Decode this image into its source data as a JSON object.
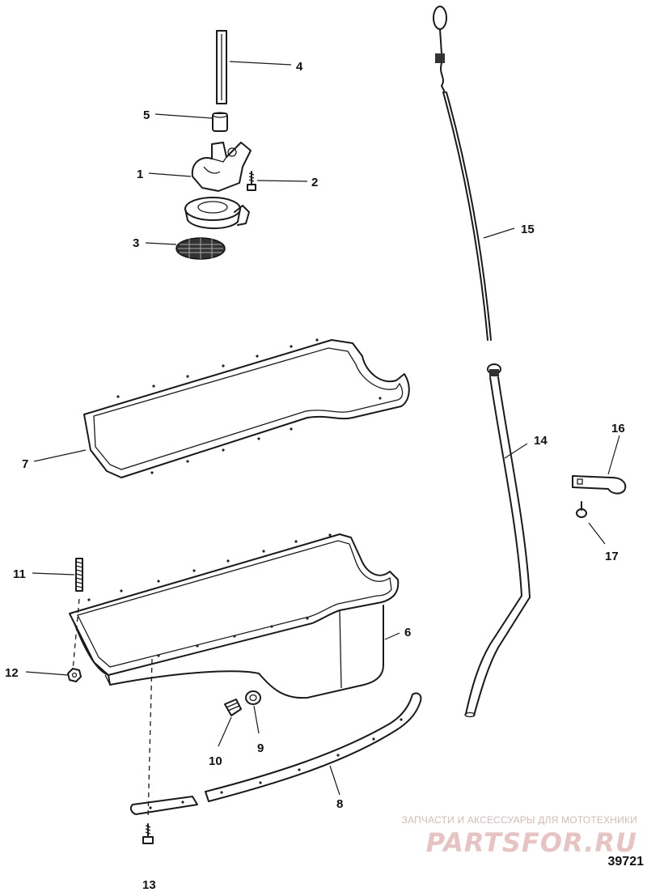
{
  "callouts": [
    {
      "id": "1",
      "label": "1"
    },
    {
      "id": "2",
      "label": "2"
    },
    {
      "id": "3",
      "label": "3"
    },
    {
      "id": "4",
      "label": "4"
    },
    {
      "id": "5",
      "label": "5"
    },
    {
      "id": "6",
      "label": "6"
    },
    {
      "id": "7",
      "label": "7"
    },
    {
      "id": "8",
      "label": "8"
    },
    {
      "id": "9",
      "label": "9"
    },
    {
      "id": "10",
      "label": "10"
    },
    {
      "id": "11",
      "label": "11"
    },
    {
      "id": "12",
      "label": "12"
    },
    {
      "id": "13",
      "label": "13"
    },
    {
      "id": "14",
      "label": "14"
    },
    {
      "id": "15",
      "label": "15"
    },
    {
      "id": "16",
      "label": "16"
    },
    {
      "id": "17",
      "label": "17"
    }
  ],
  "figure_number": "39721",
  "watermark": {
    "caption": "ЗАПЧАСТИ И АКСЕССУАРЫ ДЛЯ МОТОТЕХНИКИ",
    "logo": "PARTSFOR.RU"
  }
}
